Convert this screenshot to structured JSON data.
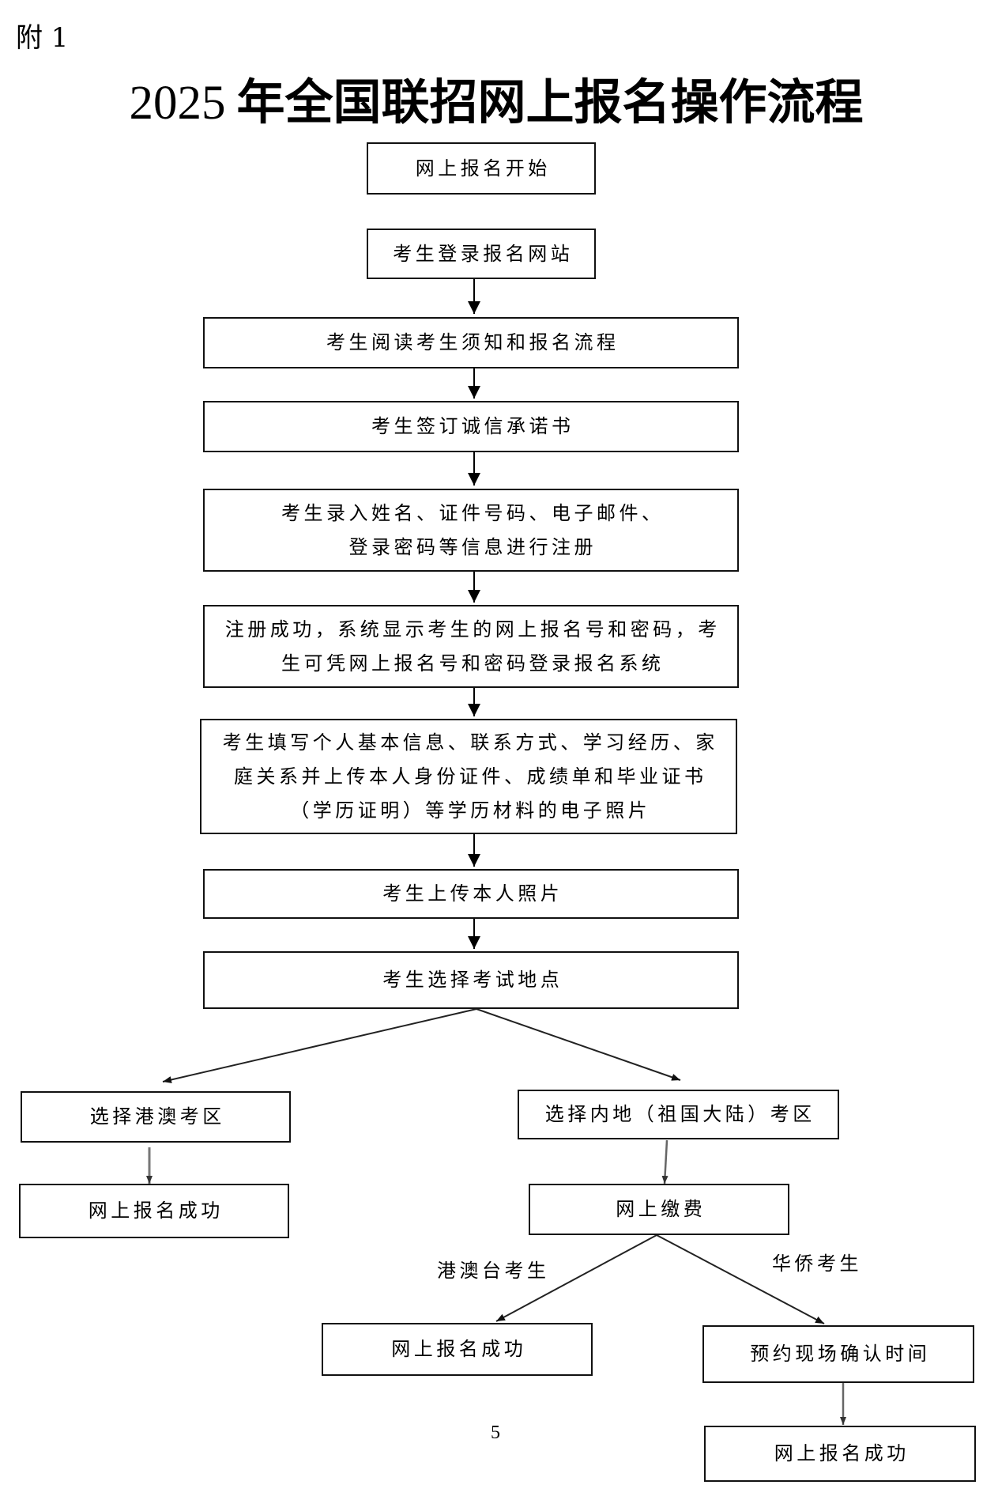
{
  "appendix_label": "附 1",
  "title": {
    "year": "2025",
    "main": "年全国联招网上报名操作流程"
  },
  "flow": {
    "main_steps": [
      {
        "lines": [
          "网上报名开始"
        ]
      },
      {
        "lines": [
          "考生登录报名网站"
        ]
      },
      {
        "lines": [
          "考生阅读考生须知和报名流程"
        ]
      },
      {
        "lines": [
          "考生签订诚信承诺书"
        ]
      },
      {
        "lines": [
          "考生录入姓名、证件号码、电子邮件、",
          "登录密码等信息进行注册"
        ]
      },
      {
        "lines": [
          "注册成功，系统显示考生的网上报名号和密码，考",
          "生可凭网上报名号和密码登录报名系统"
        ]
      },
      {
        "lines": [
          "考生填写个人基本信息、联系方式、学习经历、家",
          "庭关系并上传本人身份证件、成绩单和毕业证书",
          "（学历证明）等学历材料的电子照片"
        ]
      },
      {
        "lines": [
          "考生上传本人照片"
        ]
      },
      {
        "lines": [
          "考生选择考试地点"
        ]
      }
    ],
    "hk_macao_branch": {
      "area": "选择港澳考区",
      "result": "网上报名成功"
    },
    "mainland_branch": {
      "area": "选择内地（祖国大陆）考区",
      "payment": "网上缴费",
      "hkmt_path": {
        "label": "港澳台考生",
        "result": "网上报名成功"
      },
      "overseas_path": {
        "label": "华侨考生",
        "appointment": "预约现场确认时间",
        "result": "网上报名成功"
      }
    }
  },
  "page_number": "5",
  "colors": {
    "border": "#111111",
    "connector": "#222222",
    "connector_light": "#777777"
  }
}
